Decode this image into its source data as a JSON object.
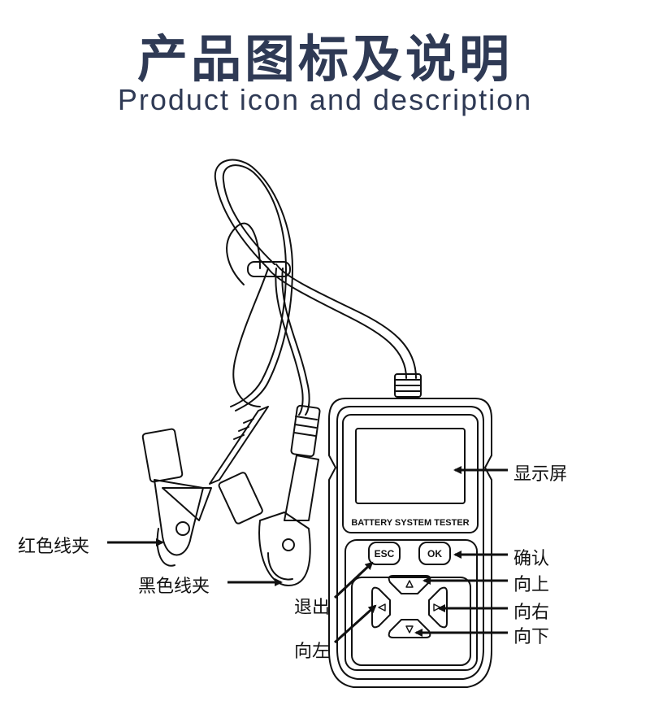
{
  "header": {
    "title": "产品图标及说明",
    "subtitle": "Product icon and description"
  },
  "device": {
    "model_text": "BATTERY SYSTEM TESTER",
    "esc_label": "ESC",
    "ok_label": "OK"
  },
  "callouts": {
    "display": "显示屏",
    "confirm": "确认",
    "up": "向上",
    "right": "向右",
    "down": "向下",
    "exit": "退出",
    "left": "向左",
    "red_clamp": "红色线夹",
    "black_clamp": "黑色线夹"
  }
}
